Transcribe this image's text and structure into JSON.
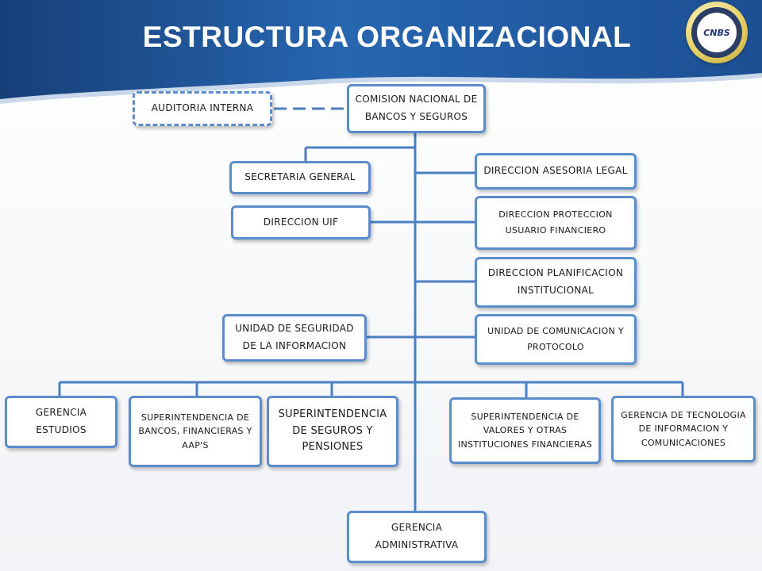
{
  "header": {
    "title": "ESTRUCTURA ORGANIZACIONAL"
  },
  "logo": {
    "text": "CNBS"
  },
  "colors": {
    "header_blue": "#1f5da6",
    "box_border": "#5b8ccc",
    "connector": "#4a7fc4"
  },
  "nodes": {
    "root": [
      "COMISION NACIONAL DE",
      "BANCOS Y SEGUROS"
    ],
    "auditoria": [
      "AUDITORIA INTERNA"
    ],
    "secretaria": [
      "SECRETARIA GENERAL"
    ],
    "asesoria": [
      "DIRECCION ASESORIA LEGAL"
    ],
    "uif": [
      "DIRECCION UIF"
    ],
    "proteccion": [
      "DIRECCION PROTECCION",
      "USUARIO FINANCIERO"
    ],
    "planificacion": [
      "DIRECCION PLANIFICACION",
      "INSTITUCIONAL"
    ],
    "seguridad": [
      "UNIDAD DE SEGURIDAD",
      "DE LA INFORMACION"
    ],
    "comunicacion": [
      "UNIDAD DE COMUNICACION Y",
      "PROTOCOLO"
    ],
    "estudios": [
      "GERENCIA",
      "ESTUDIOS"
    ],
    "sib": [
      "SUPERINTENDENCIA DE",
      "BANCOS, FINANCIERAS Y",
      "AAP'S"
    ],
    "sis": [
      "SUPERINTENDENCIA",
      "DE SEGUROS Y",
      "PENSIONES"
    ],
    "siv": [
      "SUPERINTENDENCIA DE",
      "VALORES Y OTRAS",
      "INSTITUCIONES FINANCIERAS"
    ],
    "tic": [
      "GERENCIA DE TECNOLOGIA",
      "DE INFORMACION Y",
      "COMUNICACIONES"
    ],
    "administrativa": [
      "GERENCIA",
      "ADMINISTRATIVA"
    ]
  }
}
